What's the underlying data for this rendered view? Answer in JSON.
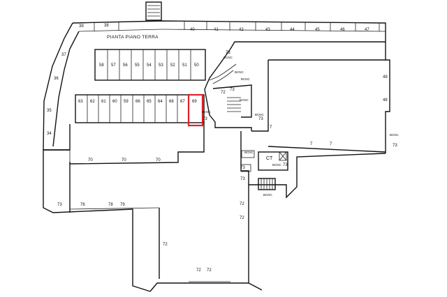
{
  "plan": {
    "title": "PIANTA PIANO TERRA",
    "highlight_color": "#e0202a",
    "highlighted_unit": "69",
    "ct_label": "CT",
    "top_row_units": [
      "39",
      "38",
      "40",
      "41",
      "42",
      "43",
      "44",
      "45",
      "46",
      "47"
    ],
    "upper_box_units": [
      "58",
      "57",
      "56",
      "55",
      "54",
      "53",
      "52",
      "51",
      "50"
    ],
    "mid_row_units": [
      "63",
      "62",
      "61",
      "60",
      "59",
      "66",
      "65",
      "64",
      "68",
      "67",
      "69"
    ],
    "left_units": [
      "37",
      "36",
      "35",
      "34"
    ],
    "right_units": [
      "49",
      "48"
    ],
    "lower_units": [
      "70",
      "70",
      "70",
      "73",
      "76",
      "78",
      "79",
      "72",
      "72",
      "72",
      "72",
      "72"
    ],
    "core_labels": [
      "73",
      "73",
      "72",
      "73",
      "73",
      "7",
      "73",
      "7",
      "7",
      "73",
      "73",
      "73"
    ],
    "bcnc_label": "BCNC"
  }
}
